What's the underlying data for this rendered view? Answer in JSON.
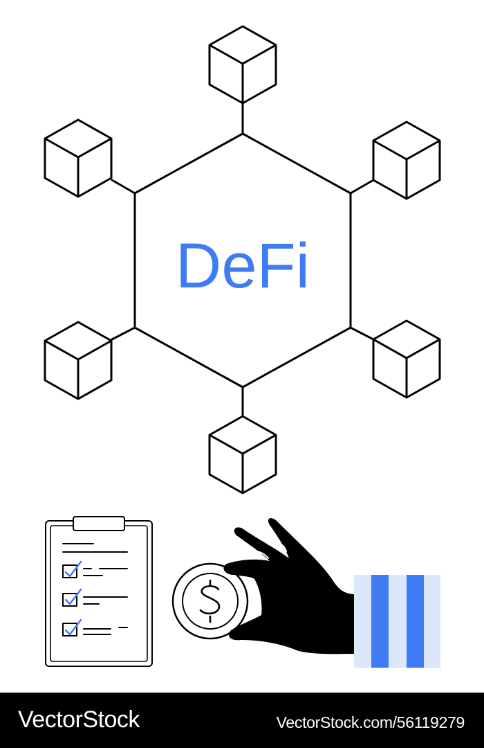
{
  "illustration": {
    "center_label": "DeFi",
    "accent_color": "#3f7cf4",
    "accent_light": "#dce7fb",
    "stroke_color": "#000000",
    "node_icon": "cube-icon",
    "node_count": 6,
    "props": [
      "clipboard-checklist-icon",
      "dollar-coin-icon",
      "hand-icon",
      "striped-sleeve"
    ]
  },
  "watermark": {
    "brand": "VectorStock",
    "id_text": "VectorStock.com/56119279"
  }
}
